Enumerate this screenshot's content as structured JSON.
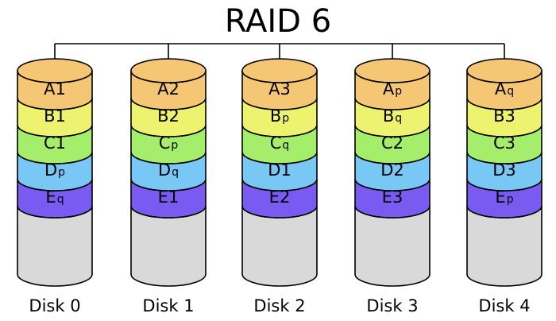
{
  "title": "RAID 6",
  "colors": {
    "A": "#f5c774",
    "B": "#eef36f",
    "C": "#a5ee6c",
    "D": "#78c7f4",
    "E": "#7a5bf2",
    "empty": "#d9d9d9",
    "line": "#000000"
  },
  "stripes": [
    "A",
    "B",
    "C",
    "D",
    "E"
  ],
  "disks": [
    {
      "label": "Disk 0",
      "blocks": [
        {
          "main": "A",
          "sub": "1"
        },
        {
          "main": "B",
          "sub": "1"
        },
        {
          "main": "C",
          "sub": "1"
        },
        {
          "main": "D",
          "sub": "p"
        },
        {
          "main": "E",
          "sub": "q"
        }
      ]
    },
    {
      "label": "Disk 1",
      "blocks": [
        {
          "main": "A",
          "sub": "2"
        },
        {
          "main": "B",
          "sub": "2"
        },
        {
          "main": "C",
          "sub": "p"
        },
        {
          "main": "D",
          "sub": "q"
        },
        {
          "main": "E",
          "sub": "1"
        }
      ]
    },
    {
      "label": "Disk 2",
      "blocks": [
        {
          "main": "A",
          "sub": "3"
        },
        {
          "main": "B",
          "sub": "p"
        },
        {
          "main": "C",
          "sub": "q"
        },
        {
          "main": "D",
          "sub": "1"
        },
        {
          "main": "E",
          "sub": "2"
        }
      ]
    },
    {
      "label": "Disk 3",
      "blocks": [
        {
          "main": "A",
          "sub": "p"
        },
        {
          "main": "B",
          "sub": "q"
        },
        {
          "main": "C",
          "sub": "2"
        },
        {
          "main": "D",
          "sub": "2"
        },
        {
          "main": "E",
          "sub": "3"
        }
      ]
    },
    {
      "label": "Disk 4",
      "blocks": [
        {
          "main": "A",
          "sub": "q"
        },
        {
          "main": "B",
          "sub": "3"
        },
        {
          "main": "C",
          "sub": "3"
        },
        {
          "main": "D",
          "sub": "3"
        },
        {
          "main": "E",
          "sub": "p"
        }
      ]
    }
  ]
}
